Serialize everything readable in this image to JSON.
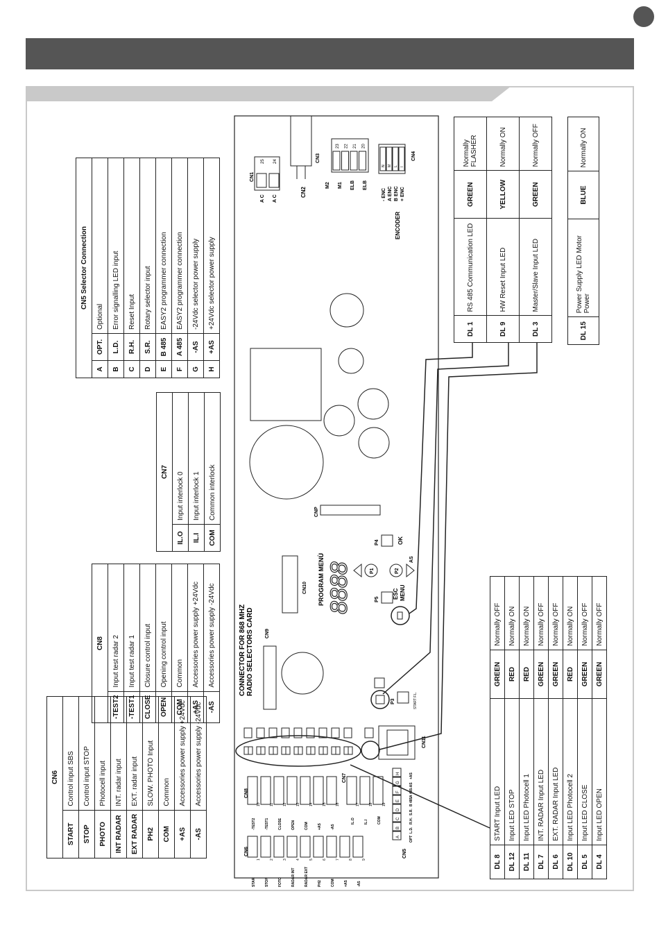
{
  "cn6": {
    "title": "CN6",
    "rows": [
      {
        "code": "START",
        "desc": "Control input SBS"
      },
      {
        "code": "STOP",
        "desc": "Control input STOP"
      },
      {
        "code": "PHOTO",
        "desc": "Photocell input"
      },
      {
        "code": "INT RADAR",
        "desc": "INT. radar input"
      },
      {
        "code": "EXT RADAR",
        "desc": "EXT. radar input"
      },
      {
        "code": "PH2",
        "desc": "SLOW. PHOTO Input"
      },
      {
        "code": "COM",
        "desc": "Common"
      },
      {
        "code": "+AS",
        "desc": "Accessories power supply +24Vdc"
      },
      {
        "code": "-AS",
        "desc": "Accessories power supply -24Vdc"
      }
    ]
  },
  "cn8": {
    "title": "CN8",
    "rows": [
      {
        "code": "-TEST2",
        "desc": "Input test radar 2"
      },
      {
        "code": "-TEST1",
        "desc": "Input test radar 1"
      },
      {
        "code": "CLOSE",
        "desc": "Closure control input"
      },
      {
        "code": "OPEN",
        "desc": "Opening control input"
      },
      {
        "code": "COM",
        "desc": "Common"
      },
      {
        "code": "+AS",
        "desc": "Accessories power supply +24Vdc"
      },
      {
        "code": "-AS",
        "desc": "Accessories power supply -24Vdc"
      }
    ]
  },
  "cn7": {
    "title": "CN7",
    "rows": [
      {
        "code": "IL.O",
        "desc": "Input interlock 0"
      },
      {
        "code": "IL.I",
        "desc": "Input interlock 1"
      },
      {
        "code": "COM",
        "desc": "Common interlock"
      }
    ]
  },
  "cn5": {
    "title": "CN5 Selector Connection",
    "rows": [
      {
        "letter": "A",
        "code": "OPT.",
        "desc": "Optional"
      },
      {
        "letter": "B",
        "code": "L.D.",
        "desc": "Error signalling LED input"
      },
      {
        "letter": "C",
        "code": "R.H.",
        "desc": "Reset Input"
      },
      {
        "letter": "D",
        "code": "S.R.",
        "desc": "Rotary selector input"
      },
      {
        "letter": "E",
        "code": "B 485",
        "desc": "EASY2 programmer connection"
      },
      {
        "letter": "F",
        "code": "A 485",
        "desc": "EASY2 programmer connection"
      },
      {
        "letter": "G",
        "code": "-AS",
        "desc": "-24Vdc selector power supply"
      },
      {
        "letter": "H",
        "code": "+AS",
        "desc": "+24Vdc selector power supply"
      }
    ]
  },
  "leds_top": [
    {
      "id": "DL 1",
      "name": "RS 485 Communication LED",
      "color": "GREEN",
      "state": "Normally FLASHER"
    },
    {
      "id": "DL 9",
      "name": "HW Reset Input LED",
      "color": "YELLOW",
      "state": "Normally ON"
    },
    {
      "id": "DL 3",
      "name": "Master/Slave Input LED",
      "color": "GREEN",
      "state": "Normally OFF"
    }
  ],
  "led_power": {
    "id": "DL 15",
    "name": "Power Supply LED Motor Power",
    "color": "BLUE",
    "state": "Normally ON"
  },
  "leds_bottom": [
    {
      "id": "DL 8",
      "name": "START Input LED",
      "color": "GREEN",
      "state": "Normally OFF"
    },
    {
      "id": "DL 12",
      "name": "Input LED STOP",
      "color": "RED",
      "state": "Normally ON"
    },
    {
      "id": "DL 11",
      "name": "Input LED Photocell 1",
      "color": "RED",
      "state": "Normally ON"
    },
    {
      "id": "DL 7",
      "name": "INT. RADAR Input LED",
      "color": "GREEN",
      "state": "Normally OFF"
    },
    {
      "id": "DL 6",
      "name": "EXT. RADAR Input LED",
      "color": "GREEN",
      "state": "Normally OFF"
    },
    {
      "id": "DL 10",
      "name": "Input LED Photocell 2",
      "color": "RED",
      "state": "Normally ON"
    },
    {
      "id": "DL 5",
      "name": "Input LED CLOSE",
      "color": "GREEN",
      "state": "Normally OFF"
    },
    {
      "id": "DL 4",
      "name": "Input LED OPEN",
      "color": "GREEN",
      "state": "Normally OFF"
    }
  ],
  "board": {
    "cn1": "CN1",
    "ac1": "A C",
    "ac2": "A C",
    "t25": "25",
    "t24": "24",
    "cn2": "CN2",
    "cn3": "CN3",
    "m2": "M2",
    "m1": "M1",
    "elb1": "ELB",
    "elb2": "ELB",
    "t23": "23",
    "t22": "22",
    "t21": "21",
    "t20": "20",
    "cn4": "CN4",
    "encoder": "ENCODER",
    "enc": [
      "- ENC",
      "A ENC",
      "B ENC",
      "+ ENC"
    ],
    "enc_pins": [
      "N",
      "M",
      "L",
      "I"
    ],
    "cnp": "CNP",
    "cn10": "CN10",
    "cn9": "CN9",
    "cn11": "CN11",
    "connector_line1": "CONNECTOR FOR 868 MHZ",
    "connector_line2": "RADIO SELECTORS CARD",
    "program_menu": "PROGRAM MENÙ",
    "display": "8888",
    "p4": "P4",
    "ok": "OK",
    "p5": "P5",
    "esc": "ESC",
    "menu": "MENU",
    "p1": "P1",
    "p2": "P2",
    "as": "AS",
    "p3": "P3",
    "startfl": "START F.L.",
    "cn6": "CN6",
    "cn8": "CN8",
    "cn7": "CN7",
    "cn5": "CN5",
    "cn6_pins": [
      {
        "n": "1",
        "l": "STAR"
      },
      {
        "n": "2",
        "l": "STOP"
      },
      {
        "n": "3",
        "l": "FOTO"
      },
      {
        "n": "4",
        "l": "RADAR INT"
      },
      {
        "n": "5",
        "l": "RADAR EXT"
      },
      {
        "n": "6",
        "l": "PH2"
      },
      {
        "n": "7",
        "l": "COM"
      },
      {
        "n": "8",
        "l": "+AS"
      },
      {
        "n": "9",
        "l": "-AS"
      }
    ],
    "cn8_pins": [
      {
        "n": "10",
        "l": "-TEST2"
      },
      {
        "n": "11",
        "l": "-TEST1"
      },
      {
        "n": "12",
        "l": "CLOSE"
      },
      {
        "n": "13",
        "l": "OPEN"
      },
      {
        "n": "14",
        "l": "COM"
      },
      {
        "n": "15",
        "l": "+AS"
      },
      {
        "n": "16",
        "l": "-AS"
      }
    ],
    "cn7_pins": [
      {
        "n": "17",
        "l": "IL.O"
      },
      {
        "n": "18",
        "l": "IL.I"
      },
      {
        "n": "19",
        "l": "COM"
      }
    ],
    "cn5_pins": [
      {
        "n": "A",
        "l": "OPT"
      },
      {
        "n": "B",
        "l": "L.D."
      },
      {
        "n": "C",
        "l": "R.H."
      },
      {
        "n": "D",
        "l": "S.R."
      },
      {
        "n": "E",
        "l": "B 485"
      },
      {
        "n": "F",
        "l": "A 485"
      },
      {
        "n": "G",
        "l": "-AS"
      },
      {
        "n": "H",
        "l": "+AS"
      }
    ]
  }
}
